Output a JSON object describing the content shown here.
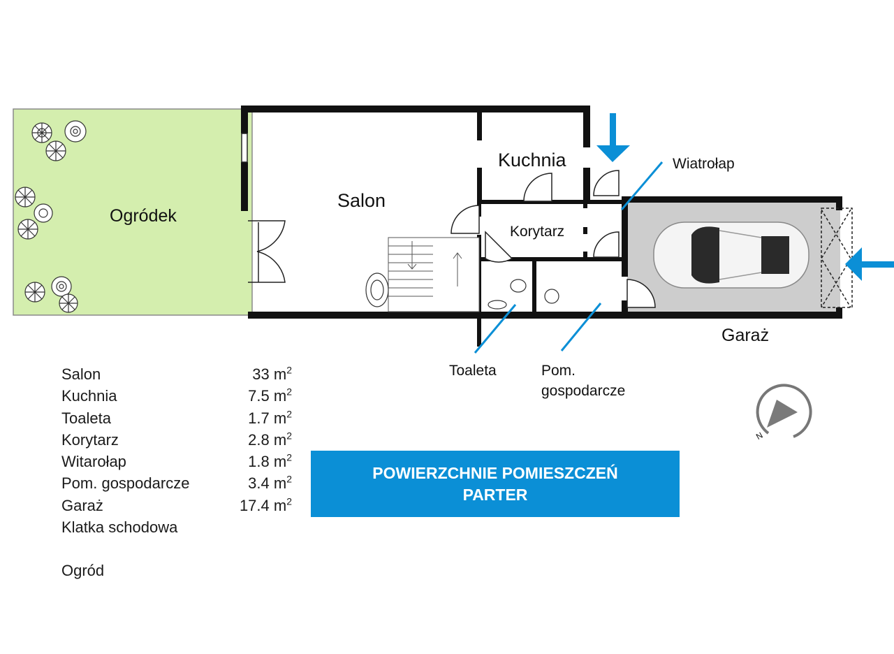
{
  "plan": {
    "rooms": {
      "ogrodek": "Ogródek",
      "salon": "Salon",
      "kuchnia": "Kuchnia",
      "korytarz": "Korytarz",
      "garaz": "Garaż"
    },
    "callouts": {
      "wiatrolap": "Wiatrołap",
      "toaleta": "Toaleta",
      "pom_line1": "Pom.",
      "pom_line2": "gospodarcze"
    },
    "compass_letter": "N"
  },
  "legend": {
    "unit": "m",
    "unit_exp": "2",
    "rows": [
      {
        "name": "Salon",
        "value": "33"
      },
      {
        "name": "Kuchnia",
        "value": "7.5"
      },
      {
        "name": "Toaleta",
        "value": "1.7"
      },
      {
        "name": "Korytarz",
        "value": "2.8"
      },
      {
        "name": "Witarołap",
        "value": "1.8"
      },
      {
        "name": "Pom. gospodarcze",
        "value": "3.4"
      },
      {
        "name": "Garaż",
        "value": "17.4"
      },
      {
        "name": "Klatka schodowa",
        "value": ""
      }
    ],
    "extra": "Ogród"
  },
  "banner": {
    "line1": "POWIERZCHNIE POMIESZCZEŃ",
    "line2": "PARTER"
  },
  "colors": {
    "accent": "#0b8fd6",
    "garden": "#d4eeae",
    "garage": "#cdcdcd",
    "wall": "#111111"
  }
}
